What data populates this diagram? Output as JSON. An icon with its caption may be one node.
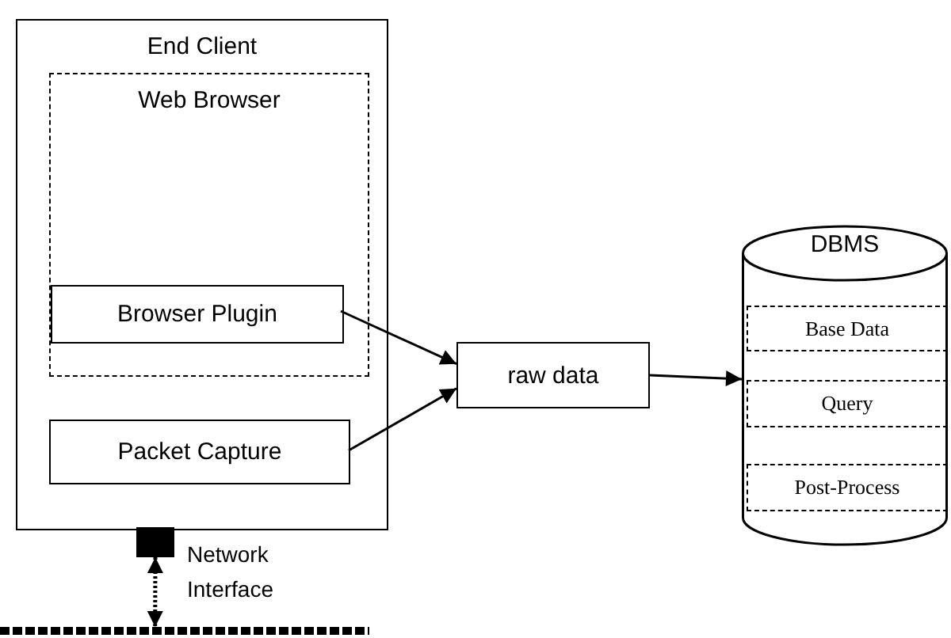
{
  "diagram": {
    "nodes": [
      {
        "text": [
          "End Client"
        ]
      },
      {
        "text": [
          "Web Browser"
        ],
        "in": 0
      },
      {
        "text": [
          "Browser Plugin"
        ],
        "in": 1
      },
      {
        "text": [
          "Packet Capture"
        ],
        "in": 0
      },
      {
        "text": [
          "raw data"
        ]
      },
      {
        "text": [
          "DBMS"
        ]
      },
      {
        "text": [
          "Base Data"
        ],
        "in": 5
      },
      {
        "text": [
          "Query"
        ],
        "in": 5
      },
      {
        "text": [
          "Post-Process"
        ],
        "in": 5
      },
      {
        "text": [],
        "shape": "box",
        "beside": [
          "Network Interface"
        ]
      },
      {
        "text": [],
        "shape": "bar"
      }
    ],
    "edges": [
      {
        "from": 2,
        "to": 4,
        "arrow": "to"
      },
      {
        "from": 3,
        "to": 4,
        "arrow": "to"
      },
      {
        "from": 4,
        "to": 5,
        "arrow": "to"
      },
      {
        "from": 9,
        "to": 10,
        "arrow": "both",
        "style": "dashed"
      }
    ]
  }
}
